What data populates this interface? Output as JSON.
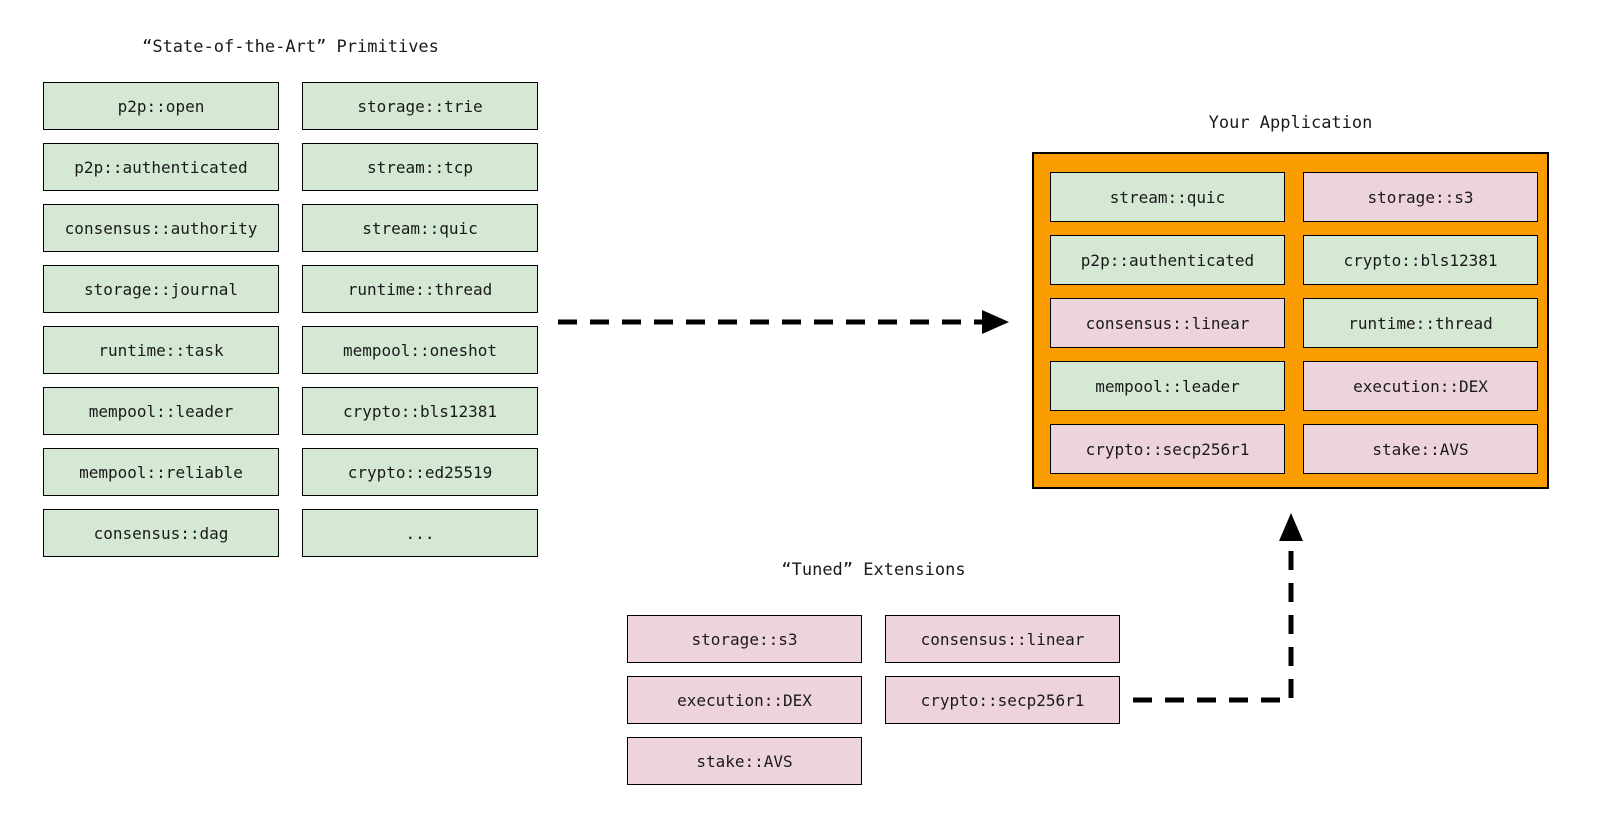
{
  "colors": {
    "background": "#ffffff",
    "green_fill": "#d5e8d4",
    "pink_fill": "#ecd3de",
    "orange_fill": "#fb9d00",
    "box_border": "#000000",
    "arrow": "#000000",
    "text": "#1a1a1a"
  },
  "primitives_panel": {
    "title": "“State-of-the-Art” Primitives",
    "columns": [
      {
        "items": [
          {
            "label": "p2p::open",
            "tone": "green"
          },
          {
            "label": "p2p::authenticated",
            "tone": "green"
          },
          {
            "label": "consensus::authority",
            "tone": "green"
          },
          {
            "label": "storage::journal",
            "tone": "green"
          },
          {
            "label": "runtime::task",
            "tone": "green"
          },
          {
            "label": "mempool::leader",
            "tone": "green"
          },
          {
            "label": "mempool::reliable",
            "tone": "green"
          },
          {
            "label": "consensus::dag",
            "tone": "green"
          }
        ]
      },
      {
        "items": [
          {
            "label": "storage::trie",
            "tone": "green"
          },
          {
            "label": "stream::tcp",
            "tone": "green"
          },
          {
            "label": "stream::quic",
            "tone": "green"
          },
          {
            "label": "runtime::thread",
            "tone": "green"
          },
          {
            "label": "mempool::oneshot",
            "tone": "green"
          },
          {
            "label": "crypto::bls12381",
            "tone": "green"
          },
          {
            "label": "crypto::ed25519",
            "tone": "green"
          },
          {
            "label": "...",
            "tone": "green"
          }
        ]
      }
    ]
  },
  "application_panel": {
    "title": "Your Application",
    "columns": [
      {
        "items": [
          {
            "label": "stream::quic",
            "tone": "green"
          },
          {
            "label": "p2p::authenticated",
            "tone": "green"
          },
          {
            "label": "consensus::linear",
            "tone": "pink"
          },
          {
            "label": "mempool::leader",
            "tone": "green"
          },
          {
            "label": "crypto::secp256r1",
            "tone": "pink"
          }
        ]
      },
      {
        "items": [
          {
            "label": "storage::s3",
            "tone": "pink"
          },
          {
            "label": "crypto::bls12381",
            "tone": "green"
          },
          {
            "label": "runtime::thread",
            "tone": "green"
          },
          {
            "label": "execution::DEX",
            "tone": "pink"
          },
          {
            "label": "stake::AVS",
            "tone": "pink"
          }
        ]
      }
    ]
  },
  "extensions_panel": {
    "title": "“Tuned” Extensions",
    "columns": [
      {
        "items": [
          {
            "label": "storage::s3",
            "tone": "pink"
          },
          {
            "label": "execution::DEX",
            "tone": "pink"
          },
          {
            "label": "stake::AVS",
            "tone": "pink"
          }
        ]
      },
      {
        "items": [
          {
            "label": "consensus::linear",
            "tone": "pink"
          },
          {
            "label": "crypto::secp256r1",
            "tone": "pink"
          }
        ]
      }
    ]
  },
  "arrows": [
    {
      "name": "primitives-to-application",
      "style": "dashed",
      "from": "primitives_panel",
      "to": "application_panel"
    },
    {
      "name": "extensions-to-application",
      "style": "dashed",
      "from": "extensions_panel",
      "to": "application_panel"
    }
  ]
}
